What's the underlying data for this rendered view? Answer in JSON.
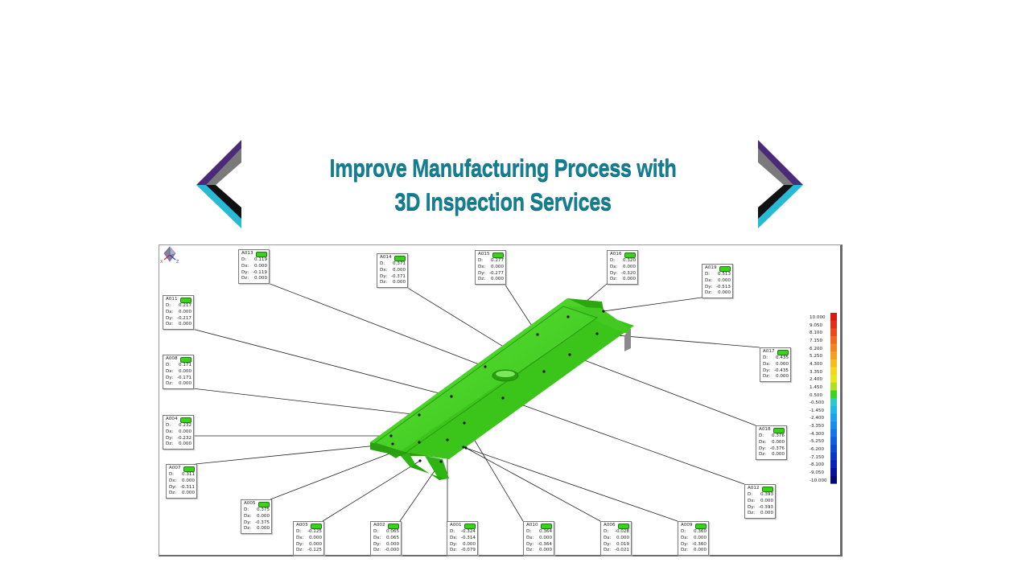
{
  "slide": {
    "title_line1": "Improve Manufacturing Process with",
    "title_line2": "3D Inspection Services",
    "accent_purple": "#4b2a7a",
    "accent_cyan": "#27b9d6",
    "accent_black": "#111111",
    "title_color": "#147f93"
  },
  "viewer": {
    "part_color": "#3fd21f",
    "callouts": [
      {
        "id": "A013",
        "d": "0.119",
        "dx": "0.000",
        "dy": "-0.119",
        "dz": "0.000"
      },
      {
        "id": "A014",
        "d": "0.371",
        "dx": "0.000",
        "dy": "-0.371",
        "dz": "0.000"
      },
      {
        "id": "A015",
        "d": "0.277",
        "dx": "0.000",
        "dy": "-0.277",
        "dz": "0.000"
      },
      {
        "id": "A016",
        "d": "0.320",
        "dx": "0.000",
        "dy": "-0.320",
        "dz": "0.000"
      },
      {
        "id": "A019",
        "d": "0.513",
        "dx": "0.000",
        "dy": "-0.513",
        "dz": "0.000"
      },
      {
        "id": "A011",
        "d": "0.217",
        "dx": "0.000",
        "dy": "-0.217",
        "dz": "0.000"
      },
      {
        "id": "A008",
        "d": "0.171",
        "dx": "0.000",
        "dy": "-0.171",
        "dz": "0.000"
      },
      {
        "id": "A017",
        "d": "0.435",
        "dx": "0.000",
        "dy": "-0.435",
        "dz": "0.000"
      },
      {
        "id": "A004",
        "d": "0.232",
        "dx": "0.000",
        "dy": "-0.232",
        "dz": "0.000"
      },
      {
        "id": "A018",
        "d": "0.376",
        "dx": "0.000",
        "dy": "-0.376",
        "dz": "0.000"
      },
      {
        "id": "A007",
        "d": "0.311",
        "dx": "0.000",
        "dy": "-0.311",
        "dz": "0.000"
      },
      {
        "id": "A012",
        "d": "0.393",
        "dx": "0.000",
        "dy": "-0.393",
        "dz": "0.000"
      },
      {
        "id": "A005",
        "d": "0.375",
        "dx": "0.000",
        "dy": "-0.375",
        "dz": "0.000"
      },
      {
        "id": "A003",
        "d": "-0.125",
        "dx": "0.000",
        "dy": "0.000",
        "dz": "-0.125"
      },
      {
        "id": "A002",
        "d": "0.065",
        "dx": "0.065",
        "dy": "0.000",
        "dz": "-0.000"
      },
      {
        "id": "A001",
        "d": "-0.324",
        "dx": "-0.314",
        "dy": "0.000",
        "dz": "-0.079"
      },
      {
        "id": "A010",
        "d": "0.364",
        "dx": "0.000",
        "dy": "-0.364",
        "dz": "0.000"
      },
      {
        "id": "A006",
        "d": "-0.028",
        "dx": "0.000",
        "dy": "0.019",
        "dz": "-0.021"
      },
      {
        "id": "A009",
        "d": "0.360",
        "dx": "0.000",
        "dy": "-0.360",
        "dz": "0.000"
      }
    ],
    "field_labels": {
      "d": "D:",
      "dx": "Dx:",
      "dy": "Dy:",
      "dz": "Dz:"
    },
    "legend": {
      "labels": [
        "10.000",
        "9.050",
        "8.100",
        "7.150",
        "6.200",
        "5.250",
        "4.300",
        "3.350",
        "2.400",
        "1.450",
        "0.500",
        "-0.500",
        "-1.450",
        "-2.400",
        "-3.350",
        "-4.300",
        "-5.250",
        "-6.200",
        "-7.150",
        "-8.100",
        "-9.050",
        "-10.000"
      ],
      "colors": [
        "#d81a12",
        "#e0301a",
        "#e84a1c",
        "#ee6a1c",
        "#f2861c",
        "#f4a21e",
        "#f6bc1e",
        "#f4d61e",
        "#e6e81e",
        "#b2e01e",
        "#3fd21f",
        "#2ec8c8",
        "#1fb6ea",
        "#1aa2ec",
        "#168cec",
        "#1276e8",
        "#0e60e0",
        "#0a4ad6",
        "#0836c8",
        "#0622b8",
        "#04129c",
        "#020a78"
      ]
    },
    "axis_icon": {
      "x_label": "X",
      "z_label": "Z"
    }
  }
}
